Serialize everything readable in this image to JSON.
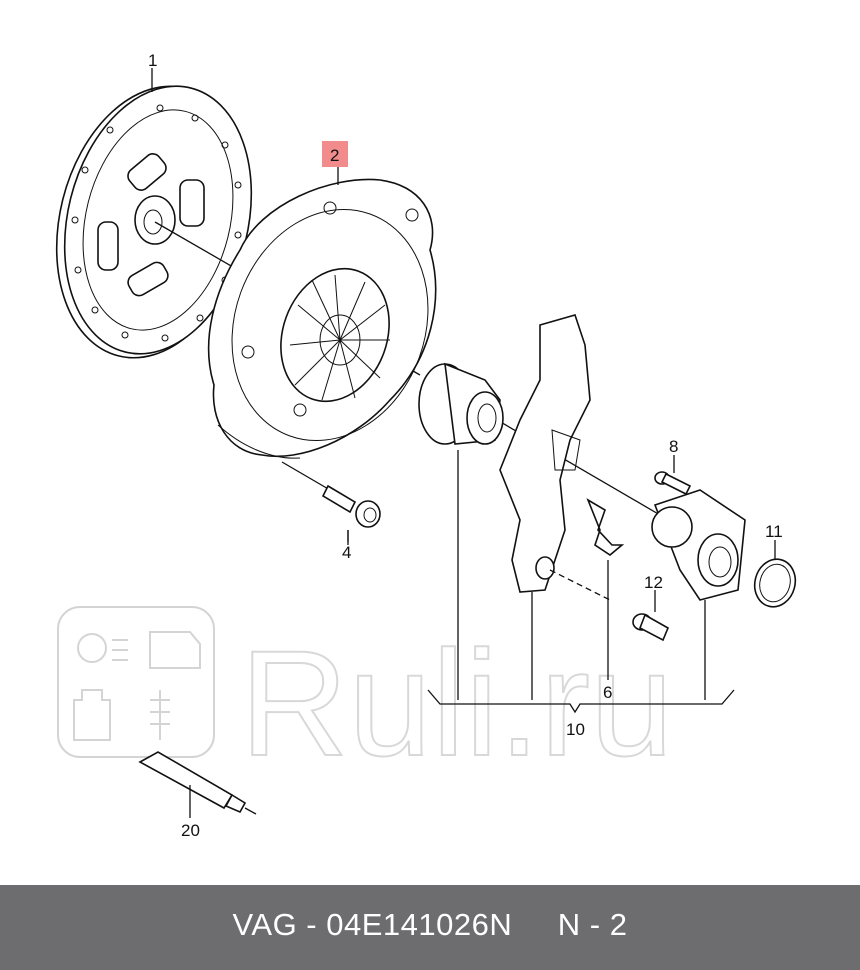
{
  "diagram": {
    "callouts": {
      "c1": "1",
      "c2": "2",
      "c4": "4",
      "c6": "6",
      "c8": "8",
      "c10": "10",
      "c11": "11",
      "c12": "12",
      "c20": "20"
    },
    "highlight_color": "#f28b8b",
    "watermark": "Ruli.ru"
  },
  "footer": {
    "text": "VAG - 04E141026N     N - 2"
  }
}
